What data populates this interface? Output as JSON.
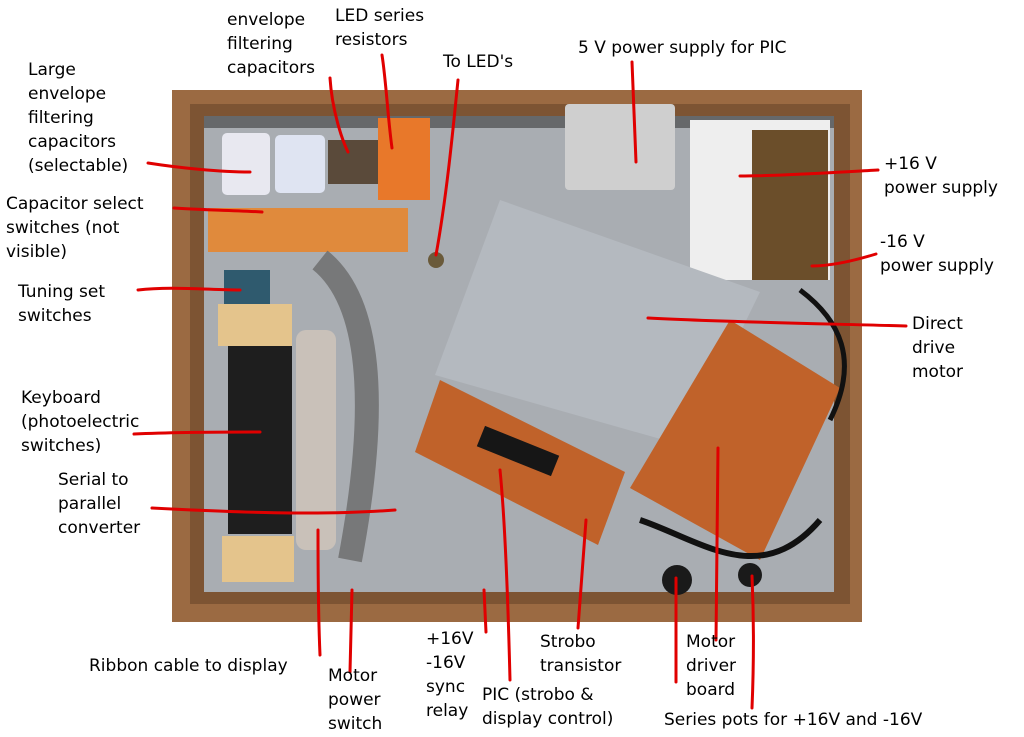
{
  "labels": {
    "large_caps": "Large\nenvelope\nfiltering\ncapacitors\n(selectable)",
    "env_caps": "envelope\nfiltering\ncapacitors",
    "led_resistors": "LED series\nresistors",
    "to_leds": "To LED's",
    "psu_5v": "5 V power supply for PIC",
    "psu_p16": "+16 V\npower supply",
    "psu_m16": "-16 V\npower supply",
    "cap_switches": "Capacitor select\nswitches (not\nvisible)",
    "tuning": "Tuning set\nswitches",
    "motor": "Direct\ndrive\nmotor",
    "keyboard": "Keyboard\n(photoelectric\nswitches)",
    "serial": "Serial to\nparallel\nconverter",
    "ribbon": "Ribbon cable to display",
    "motor_switch": "Motor\npower\nswitch",
    "relay": "+16V\n-16V\nsync\nrelay",
    "pic": "PIC (strobo &\ndisplay control)",
    "strobo": "Strobo\ntransistor",
    "driver": "Motor\ndriver\nboard",
    "pots": "Series pots for +16V and -16V"
  },
  "colors": {
    "leader": "#e00000",
    "wood": "#9b6a42",
    "panel": "#b4b9bf",
    "pcb": "#c0622a"
  }
}
